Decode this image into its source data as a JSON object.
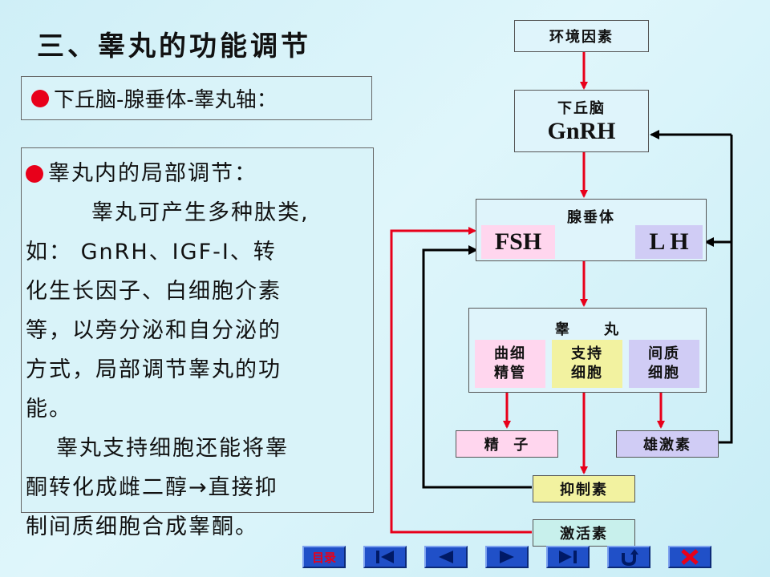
{
  "title": "三、睾丸的功能调节",
  "axis_box": {
    "text": "下丘脑-腺垂体-睾丸轴："
  },
  "local_box": {
    "heading": "睾丸内的局部调节：",
    "para1_lines": [
      "睾丸可产生多种肽类,",
      "如：  GnRH、IGF-Ⅰ、转",
      "化生长因子、白细胞介素",
      "等，以旁分泌和自分泌的",
      "方式，局部调节睾丸的功",
      "能。"
    ],
    "para2_lines": [
      "睾丸支持细胞还能将睾",
      "酮转化成雌二醇→直接抑",
      "制间质细胞合成睾酮。"
    ]
  },
  "diagram": {
    "env": "环境因素",
    "hypothalamus": "下丘脑",
    "gnrh": "GnRH",
    "pituitary": "腺垂体",
    "fsh": "FSH",
    "lh": "L H",
    "testis": "睾     丸",
    "seminiferous": [
      "曲细",
      "精管"
    ],
    "sertoli": [
      "支持",
      "细胞"
    ],
    "leydig": [
      "间质",
      "细胞"
    ],
    "sperm": "精  子",
    "androgen": "雄激素",
    "inhibin": "抑制素",
    "activin": "激活素"
  },
  "nav": {
    "toc": "目录"
  },
  "colors": {
    "red_line": "#e8001a",
    "black_line": "#000000",
    "pink_box": "#ffd6ee",
    "yellow_box": "#f2f2a0",
    "lavender_box": "#d0ccf5",
    "nav_blue": "#2050c8"
  }
}
